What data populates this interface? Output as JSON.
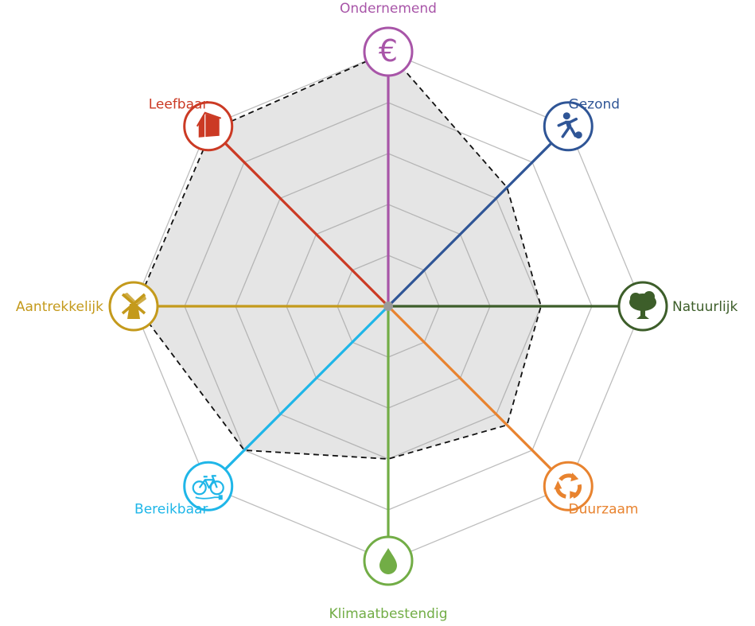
{
  "chart_data": {
    "type": "radar",
    "title": "",
    "rlim": [
      0,
      5
    ],
    "grid": true,
    "rings": 5,
    "axes": [
      {
        "name": "Ondernemend",
        "icon": "euro-icon",
        "color": "#a855a8",
        "value": 5.0
      },
      {
        "name": "Gezond",
        "icon": "football-player-icon",
        "color": "#2f5596",
        "value": 3.3
      },
      {
        "name": "Natuurlijk",
        "icon": "tree-icon",
        "color": "#3d5e2a",
        "value": 3.0
      },
      {
        "name": "Duurzaam",
        "icon": "recycle-icon",
        "color": "#e8832f",
        "value": 3.3
      },
      {
        "name": "Klimaatbestendig",
        "icon": "water-drop-icon",
        "color": "#72ad46",
        "value": 3.0
      },
      {
        "name": "Bereikbaar",
        "icon": "bicycle-icon",
        "color": "#1fb6e8",
        "value": 4.0
      },
      {
        "name": "Aantrekkelijk",
        "icon": "windmill-icon",
        "color": "#c49a1c",
        "value": 4.95
      },
      {
        "name": "Leefbaar",
        "icon": "house-icon",
        "color": "#cb3a24",
        "value": 4.9
      }
    ]
  }
}
